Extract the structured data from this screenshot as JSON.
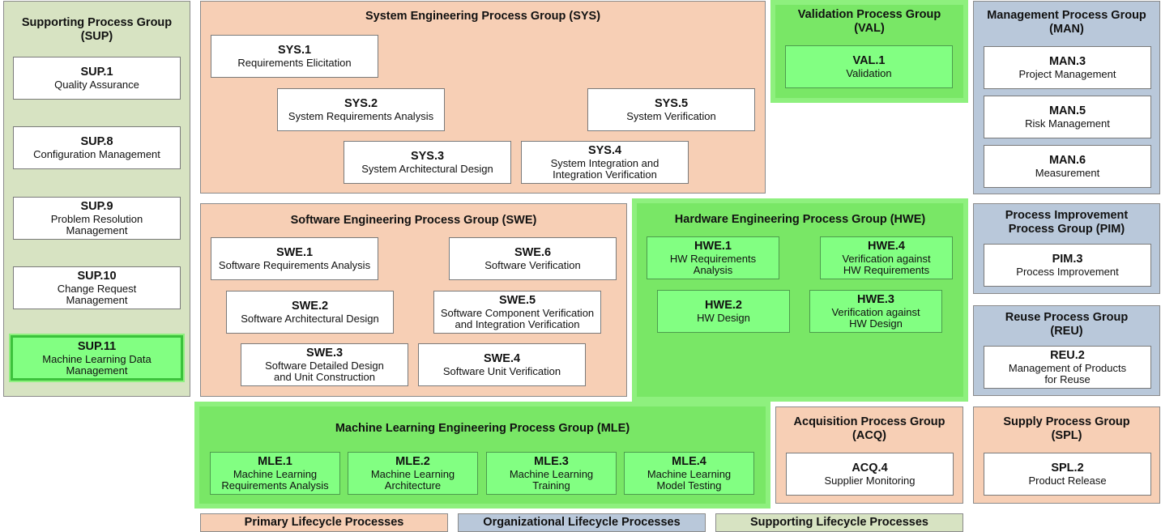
{
  "groups": {
    "sup": {
      "title": "Supporting Process Group\n(SUP)"
    },
    "sys": {
      "title": "System Engineering Process Group (SYS)"
    },
    "val": {
      "title": "Validation Process Group\n(VAL)"
    },
    "man": {
      "title": "Management Process Group\n(MAN)"
    },
    "swe": {
      "title": "Software Engineering Process Group (SWE)"
    },
    "hwe": {
      "title": "Hardware Engineering Process Group (HWE)"
    },
    "pim": {
      "title": "Process Improvement\nProcess Group (PIM)"
    },
    "reu": {
      "title": "Reuse Process Group\n(REU)"
    },
    "mle": {
      "title": "Machine Learning Engineering Process Group (MLE)"
    },
    "acq": {
      "title": "Acquisition Process Group\n(ACQ)"
    },
    "spl": {
      "title": "Supply Process Group\n(SPL)"
    }
  },
  "processes": {
    "sup1": {
      "id": "SUP.1",
      "name": "Quality Assurance"
    },
    "sup8": {
      "id": "SUP.8",
      "name": "Configuration Management"
    },
    "sup9": {
      "id": "SUP.9",
      "name": "Problem Resolution\nManagement"
    },
    "sup10": {
      "id": "SUP.10",
      "name": "Change Request\nManagement"
    },
    "sup11": {
      "id": "SUP.11",
      "name": "Machine Learning Data\nManagement"
    },
    "sys1": {
      "id": "SYS.1",
      "name": "Requirements Elicitation"
    },
    "sys2": {
      "id": "SYS.2",
      "name": "System Requirements Analysis"
    },
    "sys5": {
      "id": "SYS.5",
      "name": "System Verification"
    },
    "sys3": {
      "id": "SYS.3",
      "name": "System Architectural Design"
    },
    "sys4": {
      "id": "SYS.4",
      "name": "System Integration and\nIntegration Verification"
    },
    "val1": {
      "id": "VAL.1",
      "name": "Validation"
    },
    "man3": {
      "id": "MAN.3",
      "name": "Project Management"
    },
    "man5": {
      "id": "MAN.5",
      "name": "Risk Management"
    },
    "man6": {
      "id": "MAN.6",
      "name": "Measurement"
    },
    "swe1": {
      "id": "SWE.1",
      "name": "Software Requirements Analysis"
    },
    "swe6": {
      "id": "SWE.6",
      "name": "Software Verification"
    },
    "swe2": {
      "id": "SWE.2",
      "name": "Software Architectural Design"
    },
    "swe5": {
      "id": "SWE.5",
      "name": "Software Component Verification\nand Integration Verification"
    },
    "swe3": {
      "id": "SWE.3",
      "name": "Software Detailed Design\nand Unit Construction"
    },
    "swe4": {
      "id": "SWE.4",
      "name": "Software Unit Verification"
    },
    "hwe1": {
      "id": "HWE.1",
      "name": "HW Requirements\nAnalysis"
    },
    "hwe4": {
      "id": "HWE.4",
      "name": "Verification against\nHW Requirements"
    },
    "hwe2": {
      "id": "HWE.2",
      "name": "HW Design"
    },
    "hwe3": {
      "id": "HWE.3",
      "name": "Verification against\nHW Design"
    },
    "pim3": {
      "id": "PIM.3",
      "name": "Process Improvement"
    },
    "reu2": {
      "id": "REU.2",
      "name": "Management of Products\nfor Reuse"
    },
    "mle1": {
      "id": "MLE.1",
      "name": "Machine Learning\nRequirements Analysis"
    },
    "mle2": {
      "id": "MLE.2",
      "name": "Machine Learning\nArchitecture"
    },
    "mle3": {
      "id": "MLE.3",
      "name": "Machine Learning\nTraining"
    },
    "mle4": {
      "id": "MLE.4",
      "name": "Machine Learning\nModel Testing"
    },
    "acq4": {
      "id": "ACQ.4",
      "name": "Supplier Monitoring"
    },
    "spl2": {
      "id": "SPL.2",
      "name": "Product Release"
    }
  },
  "legend": {
    "primary": "Primary Lifecycle Processes",
    "organizational": "Organizational Lifecycle Processes",
    "supporting": "Supporting Lifecycle Processes"
  },
  "colors": {
    "primary": "#f7cfb5",
    "organizational": "#b9c8da",
    "supporting": "#d7e3c2",
    "highlight_group": "#79e766",
    "highlight_process": "#82ff82"
  }
}
